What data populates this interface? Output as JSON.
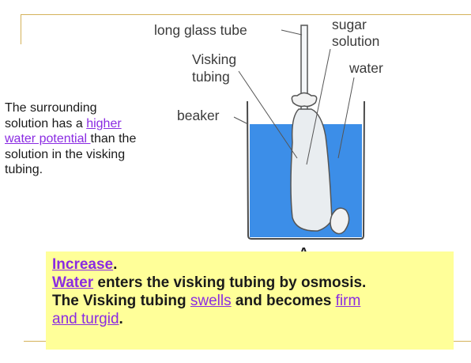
{
  "side_text": {
    "before": "The surrounding solution has a ",
    "link": "higher water potential ",
    "after": "than the solution in the visking tubing."
  },
  "diagram": {
    "labels": {
      "long_glass_tube": "long glass tube",
      "sugar": "sugar",
      "solution": "solution",
      "visking": "Visking",
      "tubing": "tubing",
      "water": "water",
      "beaker": "beaker",
      "figure_letter": "A"
    },
    "colors": {
      "water": "#3c8ee8",
      "tubing": "#e9edf0",
      "beaker_outline": "#4a4a4a"
    }
  },
  "note": {
    "increase": "Increase",
    "increase_period": ".",
    "water_word": "Water",
    "line2_rest": " enters the visking tubing by osmosis.",
    "line3_start": "The Visking tubing ",
    "swells": "swells",
    "and_becomes": " and becomes ",
    "firm": "firm",
    "turgid": "and turgid",
    "end_period": "."
  }
}
